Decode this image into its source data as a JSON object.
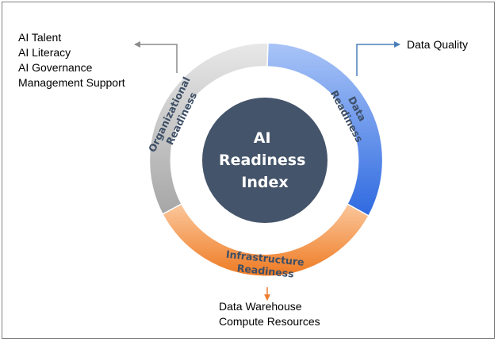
{
  "center": {
    "lines": [
      "AI",
      "Readiness",
      "Index"
    ]
  },
  "segments": {
    "organizational": {
      "lines": [
        "Organizational",
        "Readiness"
      ],
      "color": "#bfbfbf"
    },
    "data": {
      "lines": [
        "Data",
        "Readiness"
      ],
      "color": "#5b8ef0"
    },
    "infrastructure": {
      "lines": [
        "Infrastructure",
        "Readiness"
      ],
      "color": "#f28b3c"
    }
  },
  "callouts": {
    "organizational": {
      "items": [
        "AI Talent",
        "AI Literacy",
        "AI Governance",
        "Management Support"
      ],
      "arrow_color": "#8c8c8c"
    },
    "data": {
      "items": [
        "Data Quality"
      ],
      "arrow_color": "#4a7ebb"
    },
    "infrastructure": {
      "items": [
        "Data Warehouse",
        "Compute Resources"
      ],
      "arrow_color": "#ed7d31"
    }
  },
  "colors": {
    "center_fill": "#44546a"
  }
}
